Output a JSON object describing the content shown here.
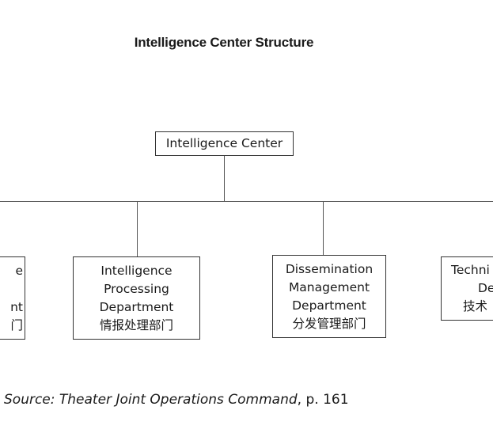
{
  "title": "Intelligence Center Structure",
  "root": {
    "label": "Intelligence Center"
  },
  "departments": [
    {
      "lines": [
        "e",
        "",
        "nt",
        "门"
      ],
      "partial": true
    },
    {
      "lines": [
        "Intelligence",
        "Processing",
        "Department",
        "情报处理部门"
      ]
    },
    {
      "lines": [
        "Dissemination",
        "Management",
        "Department",
        "分发管理部门"
      ]
    },
    {
      "lines": [
        "Techni",
        "Dep",
        "技术"
      ],
      "partial": true
    }
  ],
  "source": {
    "italic": "Source: Theater Joint Operations Command",
    "rest": ", p. 161"
  }
}
